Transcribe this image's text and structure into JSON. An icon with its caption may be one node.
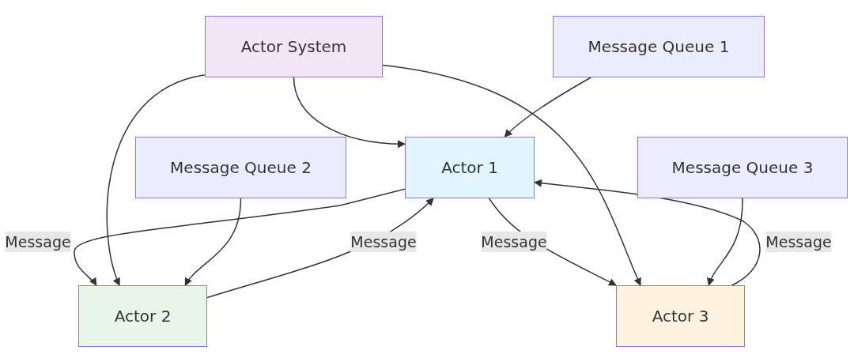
{
  "diagram": {
    "nodes": [
      {
        "text": [
          "Actor System"
        ]
      },
      {
        "text": [
          "Message Queue 1"
        ]
      },
      {
        "text": [
          "Message Queue 2"
        ]
      },
      {
        "text": [
          "Actor 1"
        ]
      },
      {
        "text": [
          "Message Queue 3"
        ]
      },
      {
        "text": [
          "Actor 2"
        ]
      },
      {
        "text": [
          "Actor 3"
        ]
      }
    ],
    "edges": [
      {
        "from": 0,
        "to": 3,
        "arrow": "to"
      },
      {
        "from": 0,
        "to": 5,
        "arrow": "to"
      },
      {
        "from": 0,
        "to": 6,
        "arrow": "to"
      },
      {
        "from": 1,
        "to": 3,
        "arrow": "to"
      },
      {
        "from": 2,
        "to": 5,
        "arrow": "to"
      },
      {
        "from": 4,
        "to": 6,
        "arrow": "to"
      },
      {
        "from": 3,
        "to": 5,
        "arrow": "to",
        "label": "Message"
      },
      {
        "from": 5,
        "to": 3,
        "arrow": "to",
        "label": "Message"
      },
      {
        "from": 3,
        "to": 6,
        "arrow": "to",
        "label": "Message"
      },
      {
        "from": 6,
        "to": 3,
        "arrow": "to",
        "label": "Message"
      }
    ]
  }
}
